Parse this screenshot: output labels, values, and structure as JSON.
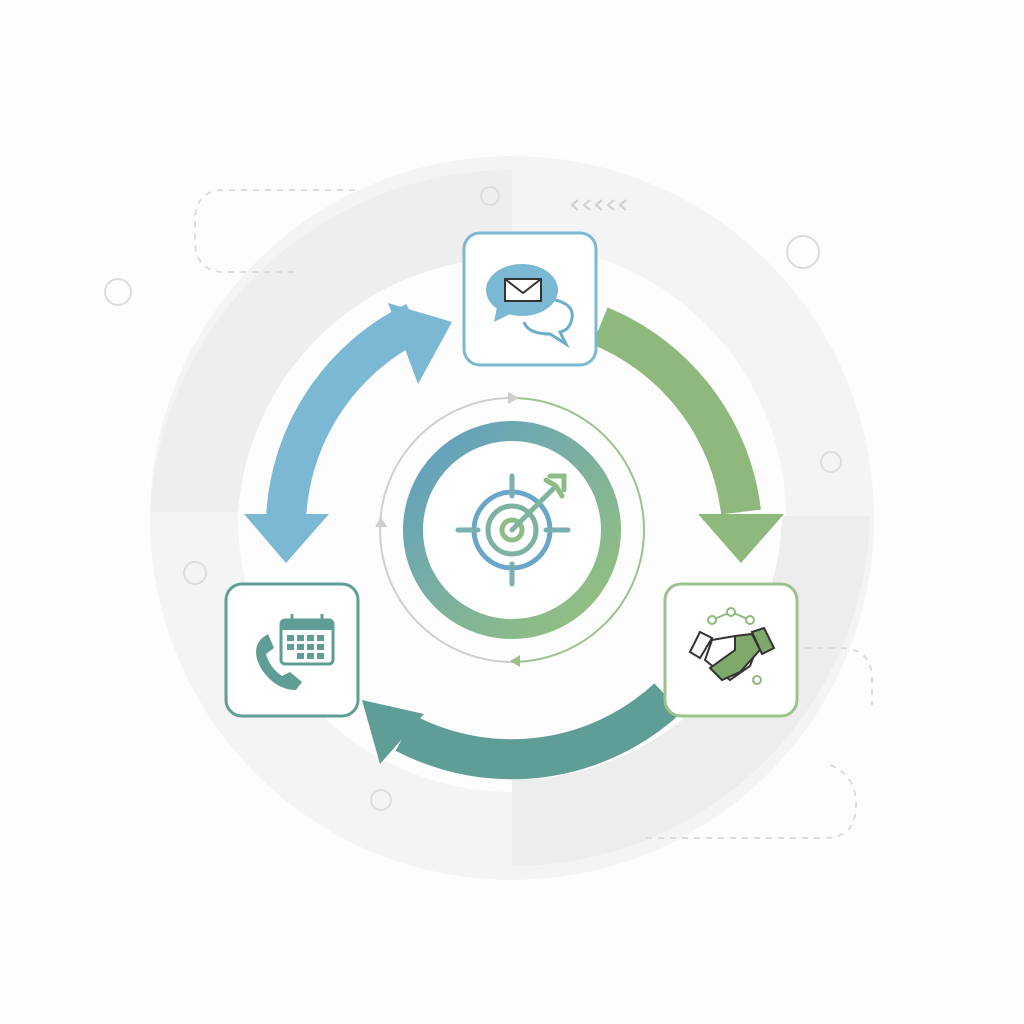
{
  "diagram": {
    "type": "cycle",
    "center": {
      "icon": "target-arrow-icon"
    },
    "nodes": [
      {
        "id": "email-chat",
        "icon": "email-chat-icon",
        "color": "#7ab8d4"
      },
      {
        "id": "handshake",
        "icon": "handshake-icon",
        "color": "#95bb83"
      },
      {
        "id": "phone-calendar",
        "icon": "phone-calendar-icon",
        "color": "#5e9e96"
      }
    ],
    "arrows": [
      {
        "from": "phone-calendar",
        "to": "email-chat",
        "color": "#7ab8d4",
        "double_headed": true
      },
      {
        "from": "email-chat",
        "to": "handshake",
        "color": "#8fb87c"
      },
      {
        "from": "handshake",
        "to": "phone-calendar",
        "color": "#5e9e96"
      }
    ],
    "colors": {
      "blue": "#7ab8d4",
      "green": "#8fb87c",
      "teal": "#5e9e96",
      "gray_ring": "#efefef"
    }
  }
}
